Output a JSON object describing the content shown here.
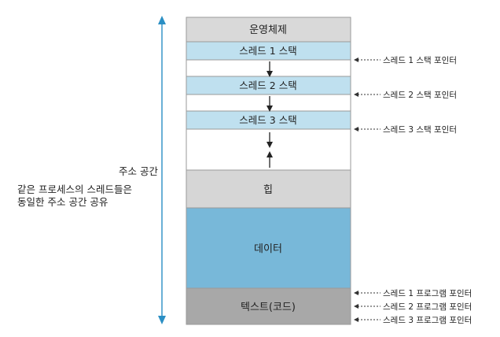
{
  "memory": {
    "os": "운영체제",
    "stack1": "스레드 1 스택",
    "stack2": "스레드 2 스택",
    "stack3": "스레드 3 스택",
    "heap": "힙",
    "data": "데이터",
    "text": "텍스트(코드)"
  },
  "address_space_label": "주소 공간",
  "shared_note": {
    "line1": "같은 프로세스의 스레드들은",
    "line2": "동일한 주소 공간 공유"
  },
  "pointers": {
    "stack1": "스레드 1 스택 포인터",
    "stack2": "스레드 2 스택 포인터",
    "stack3": "스레드 3 스택 포인터",
    "pc1": "스레드 1 프로그램 포인터",
    "pc2": "스레드 2 프로그램 포인터",
    "pc3": "스레드 3 프로그램 포인터"
  },
  "colors": {
    "os": "#d9d9d9",
    "stack": "#bfe0ef",
    "heap": "#d6d6d6",
    "data": "#78b8d9",
    "text": "#a8a8a8",
    "axis": "#2b8fc4"
  }
}
